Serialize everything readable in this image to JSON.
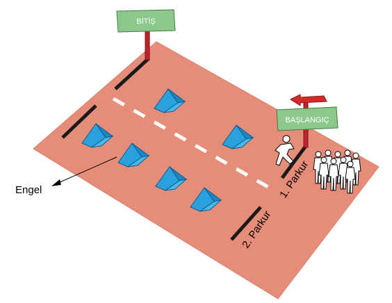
{
  "signs": {
    "finish": "BİTİŞ",
    "start": "BAŞLANGIÇ"
  },
  "lanes": {
    "lane1": "1. Parkur",
    "lane2": "2. Parkur"
  },
  "callout": {
    "obstacle": "Engel"
  },
  "colors": {
    "field": "#e58d78",
    "sign_green": "#8cc88c",
    "pole_red": "#c0232c",
    "obstacle_blue": "#2aa0dc",
    "arrow_red": "#d42a2a"
  },
  "icons": {
    "obstacle": "tent-obstacle-icon",
    "runner": "running-person-icon",
    "crowd": "standing-people-icon",
    "direction": "left-arrow-icon"
  }
}
